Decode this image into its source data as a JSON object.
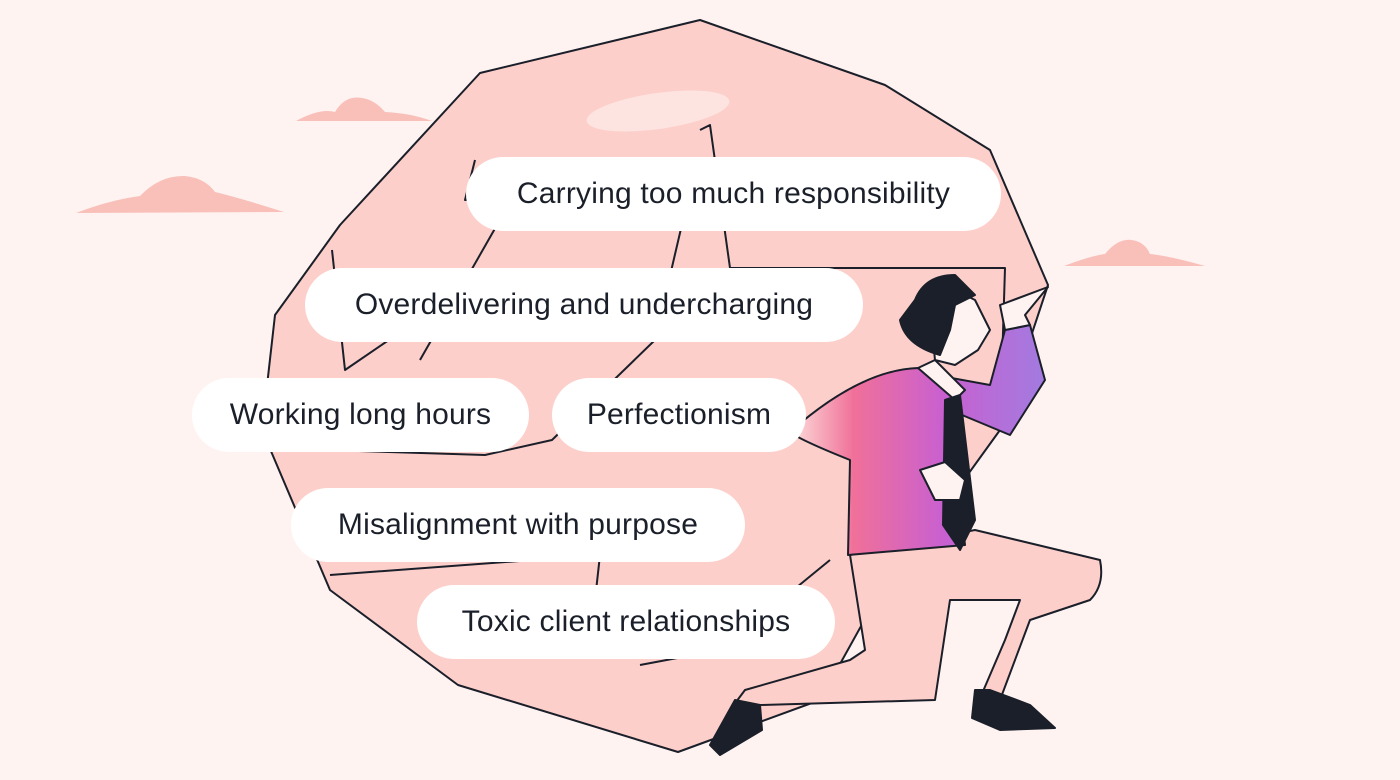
{
  "illustration": {
    "colors": {
      "background": "#fff3f2",
      "rock": "#fdcfca",
      "cloud": "#f9c0b9",
      "outline": "#1a1f29",
      "shirt_start": "#f07099",
      "shirt_end": "#a877dd",
      "pill": "#ffffff"
    }
  },
  "labels": [
    {
      "text": "Carrying too much responsibility"
    },
    {
      "text": "Overdelivering and undercharging"
    },
    {
      "text": "Working long hours"
    },
    {
      "text": "Perfectionism"
    },
    {
      "text": "Misalignment with purpose"
    },
    {
      "text": "Toxic client relationships"
    }
  ]
}
